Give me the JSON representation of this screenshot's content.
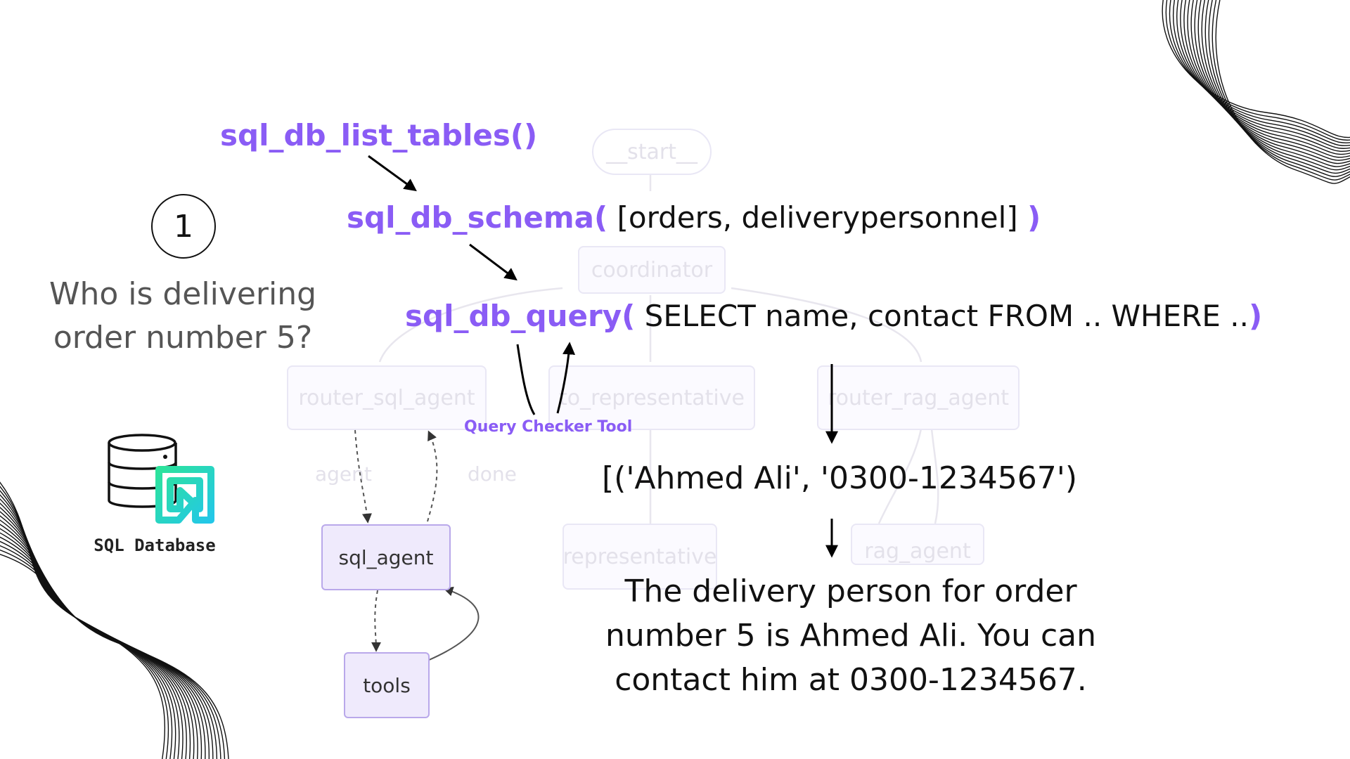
{
  "step_number": "1",
  "question": "Who is delivering order number 5?",
  "database_label": "SQL Database",
  "tool_calls": [
    {
      "fn": "sql_db_list_tables()",
      "args": "",
      "close": ""
    },
    {
      "fn": "sql_db_schema(",
      "args": " [orders, deliverypersonnel] ",
      "close": ")"
    },
    {
      "fn": "sql_db_query(",
      "args": " SELECT name, contact FROM .. WHERE ..",
      "close": ")"
    }
  ],
  "query_checker_label": "Query Checker Tool",
  "query_result": "[('Ahmed Ali', '0300-1234567')",
  "final_answer": "The delivery person for order number 5 is Ahmed Ali. You can contact him at 0300-1234567.",
  "graph": {
    "faded_nodes": {
      "start": "__start__",
      "coordinator": "coordinator",
      "router_sql_agent": "router_sql_agent",
      "to_representative": "to_representative",
      "router_rag_agent": "router_rag_agent",
      "representative": "representative",
      "rag_agent": "rag_agent"
    },
    "edge_labels": {
      "agent": "agent",
      "done": "done"
    },
    "nodes": {
      "sql_agent": "sql_agent",
      "tools": "tools"
    }
  },
  "colors": {
    "accent": "#8a5cf5",
    "node_fill": "#efeafc",
    "node_border": "#b9a8ea",
    "logo_gradient_start": "#2de39b",
    "logo_gradient_end": "#23c7e8"
  }
}
